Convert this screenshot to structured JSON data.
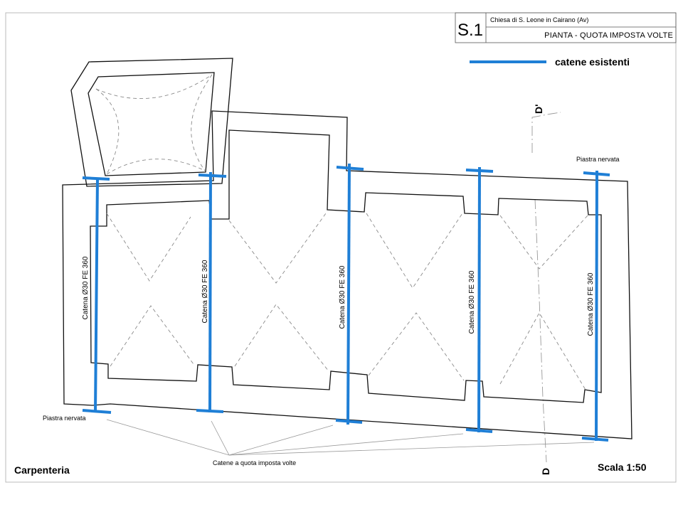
{
  "title_block": {
    "sheet_code": "S.1",
    "church": "Chiesa di S. Leone in Cairano (Av)",
    "subtitle": "PIANTA - QUOTA IMPOSTA VOLTE"
  },
  "legend": {
    "label": "catene esistenti",
    "color": "#1f7fd6"
  },
  "section_marks": {
    "top": "D'",
    "bottom": "D"
  },
  "annotations": {
    "plate_top_right": "Piastra nervata",
    "plate_bottom_left": "Piastra nervata",
    "chains_note": "Catene a quota imposta volte"
  },
  "chains": [
    {
      "label": "Catena Ø30 FE 360"
    },
    {
      "label": "Catena Ø30 FE 360"
    },
    {
      "label": "Catena Ø30 FE 360"
    },
    {
      "label": "Catena Ø30 FE 360"
    },
    {
      "label": "Catena Ø30 FE 360"
    }
  ],
  "footer": {
    "left": "Carpenteria",
    "scale": "Scala 1:50"
  },
  "colors": {
    "chain": "#1f7fd6",
    "wall": "#111111",
    "vault_dashed": "#8a8a8a"
  }
}
